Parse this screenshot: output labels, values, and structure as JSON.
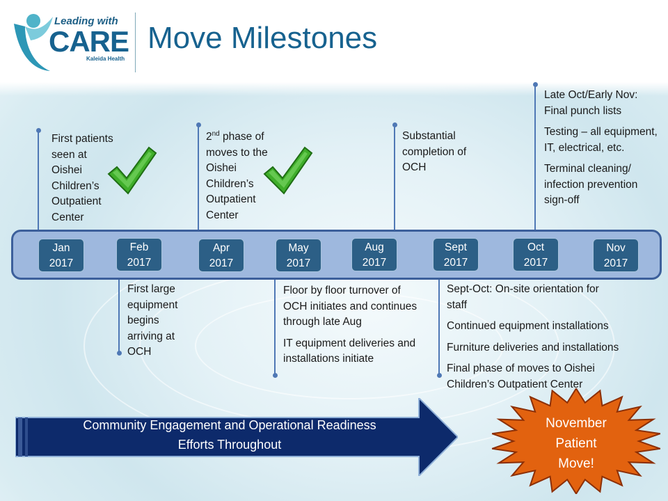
{
  "header": {
    "logo_tagline": "Leading with",
    "logo_name": "CARE",
    "logo_org": "Kaleida Health",
    "title": "Move Milestones"
  },
  "timeline": {
    "months": [
      {
        "month": "Jan",
        "year": "2017"
      },
      {
        "month": "Feb",
        "year": "2017"
      },
      {
        "month": "Apr",
        "year": "2017"
      },
      {
        "month": "May",
        "year": "2017"
      },
      {
        "month": "Aug",
        "year": "2017"
      },
      {
        "month": "Sept",
        "year": "2017"
      },
      {
        "month": "Oct",
        "year": "2017"
      },
      {
        "month": "Nov",
        "year": "2017"
      }
    ],
    "above": [
      {
        "lines": [
          "First patients",
          "seen at",
          "Oishei",
          "Children’s",
          "Outpatient",
          "Center"
        ],
        "completed": true
      },
      {
        "superscript": "nd",
        "lines": [
          "2",
          " phase of",
          "moves to the",
          "Oishei",
          "Children’s",
          "Outpatient",
          "Center"
        ],
        "completed": true
      },
      {
        "lines": [
          "Substantial",
          "completion of",
          "OCH"
        ]
      },
      {
        "paragraphs": [
          "Late Oct/Early Nov: Final punch lists",
          "Testing – all equipment, IT, electrical, etc.",
          "Terminal cleaning/ infection prevention sign-off"
        ]
      }
    ],
    "below": [
      {
        "lines": [
          "First large",
          "equipment",
          "begins",
          "arriving at",
          "OCH"
        ]
      },
      {
        "paragraphs": [
          "Floor by floor turnover of OCH initiates and continues through late Aug",
          "IT equipment deliveries and installations initiate"
        ]
      },
      {
        "paragraphs": [
          "Sept-Oct: On-site orientation for staff",
          "Continued equipment installations",
          "Furniture deliveries and installations",
          "Final phase of moves to Oishei Children’s Outpatient Center"
        ]
      }
    ]
  },
  "banner": {
    "text_line1": "Community Engagement and Operational Readiness",
    "text_line2": "Efforts Throughout"
  },
  "burst": {
    "line1": "November",
    "line2": "Patient",
    "line3": "Move!"
  },
  "colors": {
    "title_blue": "#17628f",
    "month_box": "#2c5f86",
    "timeline_bar": "#9eb8de",
    "arrow_navy": "#0d2a6b",
    "burst_orange": "#e2620f",
    "check_green": "#3fae2a"
  }
}
